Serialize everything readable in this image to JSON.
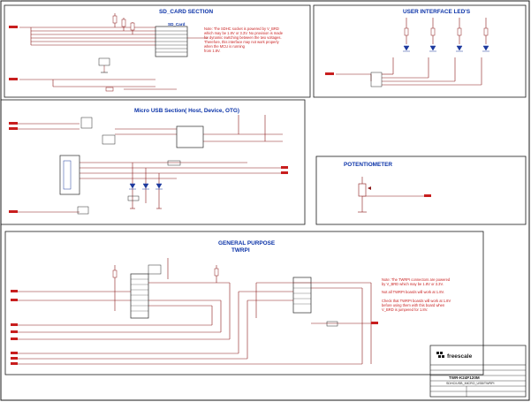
{
  "sections": {
    "sd_card": {
      "title": "SD_CARD SECTION",
      "connector_label": "SD_Card"
    },
    "user_leds": {
      "title": "USER INTERFACE LED'S"
    },
    "micro_usb": {
      "title": "Micro USB Section( Host, Device, OTG)"
    },
    "potentiometer": {
      "title": "POTENTIOMETER"
    },
    "general_purpose": {
      "title_line1": "GENERAL PURPOSE",
      "title_line2": "TWRPI"
    }
  },
  "notes": {
    "sd_card": [
      "Note: The SDHC socket is powered by V_BRD",
      "which may be 1.8V or 3.3V. No provision is made",
      "for dynamic switching between the two voltages.",
      "Therefore, this interface may not work properly",
      "when the MCU is running",
      "from 1.8V."
    ],
    "twrpi": [
      "Note: The TWRPI connectors are powered",
      "by V_BRD which may be 1.8V or 3.3V.",
      "",
      "Not all TWRPI boards will work at 1.8V.",
      "",
      "Check that TWRPI boards will work at 1.8V",
      "before using them with this board when",
      "V_BRD is jumpered for 1.8V."
    ]
  },
  "title_block": {
    "logo_text": "freescale",
    "board_name": "TWR-K24F120M",
    "sheet_name": "SDHC/USB_MICRO_USB/TWRPI"
  },
  "colors": {
    "wire": "#8b1a1a",
    "label_red": "#c81e1e",
    "frame": "#1a1a1a",
    "title_blue": "#0b33a8",
    "symbol": "#2a2a2a"
  }
}
